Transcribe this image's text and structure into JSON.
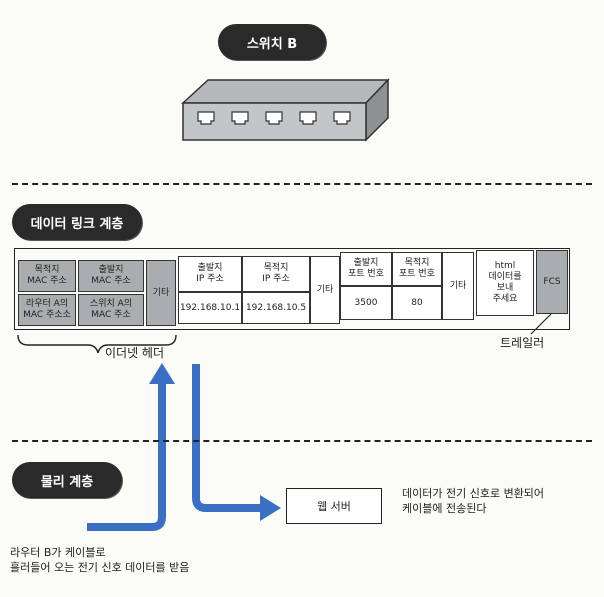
{
  "switch_label": "스위치 B",
  "datalink_label": "데이터 링크 계층",
  "physical_label": "물리 계층",
  "frame": {
    "ethernet_header": {
      "dest_mac": "목적지\nMAC 주소",
      "src_mac": "출발지\nMAC 주소",
      "router_mac": "라우터 A의\nMAC 주소소",
      "switch_mac": "스위치 A의\nMAC 주소",
      "other": "기타"
    },
    "src_ip_label": "출발지\nIP 주소",
    "src_ip_value": "192.168.10.1",
    "dest_ip_label": "목적지\nIP 주소",
    "dest_ip_value": "192.168.10.5",
    "other_ip": "기타",
    "src_port_label": "출발지\n포트 번호",
    "src_port_value": "3500",
    "dest_port_label": "목적지\n포트 번호",
    "dest_port_value": "80",
    "other_port": "기타",
    "html_data": "html\n데이터를\n보내\n주세요",
    "fcs": "FCS"
  },
  "ethernet_header_caption": "이더넷 헤더",
  "trailer_caption": "트레일러",
  "web_server_label": "웹 서버",
  "converted_note": "데이터가 전기 신호로 변환되어\n케이블에 전송된다",
  "received_note": "라우터 B가 케이블로\n흘러들어 오는 전기 신호 데이터를 받음",
  "colors": {
    "arrow": "#3b6fc4",
    "cell_gray": "#a9adb0",
    "pill": "#2a2a2a"
  }
}
